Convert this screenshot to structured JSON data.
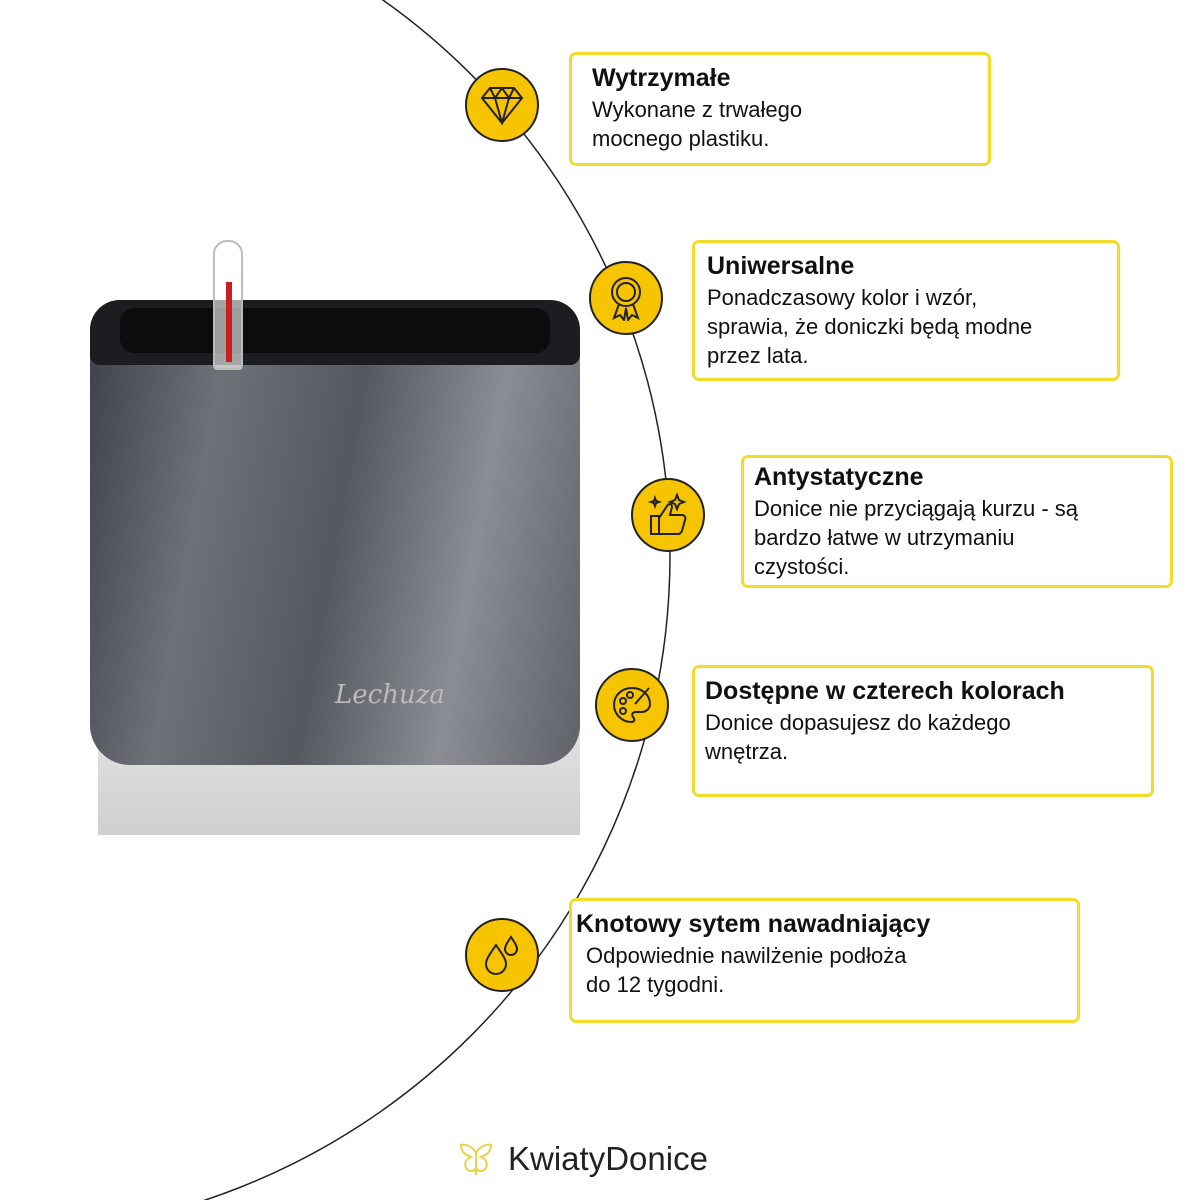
{
  "product": {
    "brand": "Lechuza"
  },
  "features": [
    {
      "icon": "diamond-icon",
      "title": "Wytrzymałe",
      "text": "Wykonane z trwałego\nmocnego plastiku."
    },
    {
      "icon": "award-badge-icon",
      "title": "Uniwersalne",
      "text": "Ponadczasowy kolor i wzór,\nsprawia, że doniczki będą modne\nprzez lata."
    },
    {
      "icon": "thumbs-up-sparkle-icon",
      "title": "Antystatyczne",
      "text": "Donice nie przyciągają kurzu - są\nbardzo łatwe w utrzymaniu\nczystości."
    },
    {
      "icon": "palette-icon",
      "title": "Dostępne w czterech kolorach",
      "text": "Donice dopasujesz do każdego\nwnętrza."
    },
    {
      "icon": "water-drops-icon",
      "title": "Knotowy sytem nawadniający",
      "text": "Odpowiednie nawilżenie podłoża\ndo 12 tygodni."
    }
  ],
  "footer": {
    "logo_text": "KwiatyDonice"
  },
  "colors": {
    "accent": "#f6c400",
    "border": "#f2dc2a"
  }
}
